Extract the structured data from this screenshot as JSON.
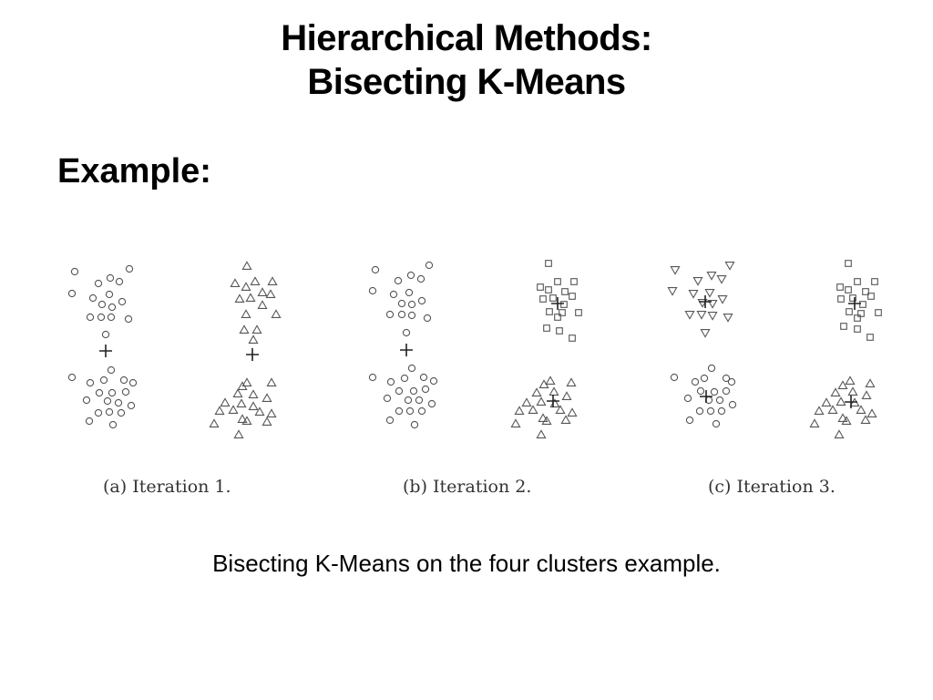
{
  "slide": {
    "title_line1": "Hierarchical Methods:",
    "title_line2": "Bisecting K-Means",
    "example_label": "Example:",
    "figure_caption": "Bisecting K-Means on the four clusters example."
  },
  "figure": {
    "ink_color": "#555555",
    "panels": [
      {
        "label": "(a) Iteration 1.",
        "groups": [
          {
            "marker": "circle",
            "points": [
              [
                82,
                298
              ],
              [
                142,
                295
              ],
              [
                121,
                305
              ],
              [
                131,
                309
              ],
              [
                108,
                311
              ],
              [
                79,
                322
              ],
              [
                102,
                327
              ],
              [
                120,
                323
              ],
              [
                134,
                331
              ],
              [
                112,
                334
              ],
              [
                123,
                337
              ],
              [
                99,
                348
              ],
              [
                111,
                348
              ],
              [
                122,
                348
              ],
              [
                141,
                350
              ],
              [
                116,
                367
              ],
              [
                122,
                406
              ],
              [
                79,
                414
              ],
              [
                114,
                417
              ],
              [
                136,
                417
              ],
              [
                99,
                420
              ],
              [
                146,
                420
              ],
              [
                109,
                431
              ],
              [
                123,
                431
              ],
              [
                138,
                430
              ],
              [
                95,
                439
              ],
              [
                118,
                440
              ],
              [
                130,
                442
              ],
              [
                144,
                445
              ],
              [
                120,
                452
              ],
              [
                108,
                453
              ],
              [
                133,
                453
              ],
              [
                98,
                462
              ],
              [
                124,
                466
              ]
            ]
          },
          {
            "marker": "triangle-up",
            "points": [
              [
                271,
                292
              ],
              [
                258,
                311
              ],
              [
                280,
                309
              ],
              [
                299,
                309
              ],
              [
                270,
                315
              ],
              [
                288,
                321
              ],
              [
                263,
                328
              ],
              [
                275,
                327
              ],
              [
                297,
                323
              ],
              [
                288,
                335
              ],
              [
                270,
                345
              ],
              [
                303,
                345
              ],
              [
                268,
                362
              ],
              [
                282,
                362
              ],
              [
                278,
                373
              ],
              [
                271,
                420
              ],
              [
                298,
                420
              ],
              [
                266,
                424
              ],
              [
                261,
                432
              ],
              [
                278,
                433
              ],
              [
                293,
                437
              ],
              [
                247,
                442
              ],
              [
                265,
                443
              ],
              [
                278,
                446
              ],
              [
                241,
                451
              ],
              [
                256,
                450
              ],
              [
                285,
                452
              ],
              [
                266,
                460
              ],
              [
                298,
                454
              ],
              [
                235,
                465
              ],
              [
                293,
                463
              ],
              [
                271,
                462
              ],
              [
                262,
                477
              ]
            ]
          }
        ],
        "centroids": [
          [
            116,
            385
          ],
          [
            277,
            389
          ]
        ]
      },
      {
        "label": "(b) Iteration 2.",
        "groups": [
          {
            "marker": "circle",
            "points": [
              [
                412,
                296
              ],
              [
                471,
                291
              ],
              [
                451,
                302
              ],
              [
                462,
                306
              ],
              [
                437,
                308
              ],
              [
                409,
                319
              ],
              [
                432,
                323
              ],
              [
                449,
                321
              ],
              [
                463,
                330
              ],
              [
                441,
                333
              ],
              [
                452,
                334
              ],
              [
                428,
                345
              ],
              [
                441,
                345
              ],
              [
                452,
                346
              ],
              [
                469,
                349
              ],
              [
                446,
                365
              ],
              [
                452,
                404
              ],
              [
                409,
                414
              ],
              [
                444,
                415
              ],
              [
                465,
                414
              ],
              [
                429,
                419
              ],
              [
                476,
                418
              ],
              [
                438,
                429
              ],
              [
                454,
                429
              ],
              [
                467,
                427
              ],
              [
                425,
                437
              ],
              [
                448,
                439
              ],
              [
                460,
                439
              ],
              [
                474,
                443
              ],
              [
                450,
                451
              ],
              [
                438,
                451
              ],
              [
                463,
                451
              ],
              [
                428,
                461
              ],
              [
                455,
                466
              ]
            ]
          },
          {
            "marker": "square",
            "points": [
              [
                602,
                289
              ],
              [
                593,
                315
              ],
              [
                612,
                309
              ],
              [
                630,
                309
              ],
              [
                602,
                318
              ],
              [
                620,
                320
              ],
              [
                596,
                328
              ],
              [
                607,
                327
              ],
              [
                628,
                325
              ],
              [
                619,
                334
              ],
              [
                603,
                342
              ],
              [
                617,
                343
              ],
              [
                635,
                343
              ],
              [
                612,
                348
              ],
              [
                600,
                360
              ],
              [
                614,
                363
              ],
              [
                628,
                371
              ]
            ]
          },
          {
            "marker": "triangle-up",
            "points": [
              [
                604,
                418
              ],
              [
                627,
                420
              ],
              [
                597,
                422
              ],
              [
                589,
                431
              ],
              [
                608,
                430
              ],
              [
                622,
                435
              ],
              [
                578,
                442
              ],
              [
                594,
                441
              ],
              [
                609,
                443
              ],
              [
                570,
                451
              ],
              [
                585,
                450
              ],
              [
                615,
                450
              ],
              [
                596,
                459
              ],
              [
                628,
                453
              ],
              [
                566,
                465
              ],
              [
                621,
                461
              ],
              [
                600,
                462
              ],
              [
                594,
                477
              ]
            ]
          }
        ],
        "centroids": [
          [
            446,
            384
          ],
          [
            612,
            333
          ],
          [
            607,
            440
          ]
        ]
      },
      {
        "label": "(c) Iteration 3.",
        "groups": [
          {
            "marker": "triangle-down",
            "points": [
              [
                741,
                296
              ],
              [
                801,
                291
              ],
              [
                781,
                302
              ],
              [
                792,
                306
              ],
              [
                766,
                308
              ],
              [
                738,
                319
              ],
              [
                761,
                322
              ],
              [
                779,
                321
              ],
              [
                793,
                328
              ],
              [
                771,
                332
              ],
              [
                782,
                333
              ],
              [
                757,
                345
              ],
              [
                770,
                345
              ],
              [
                782,
                346
              ],
              [
                799,
                348
              ],
              [
                774,
                365
              ]
            ]
          },
          {
            "marker": "circle",
            "points": [
              [
                781,
                404
              ],
              [
                740,
                414
              ],
              [
                773,
                415
              ],
              [
                797,
                415
              ],
              [
                763,
                419
              ],
              [
                803,
                419
              ],
              [
                769,
                429
              ],
              [
                784,
                430
              ],
              [
                797,
                429
              ],
              [
                755,
                437
              ],
              [
                778,
                439
              ],
              [
                790,
                439
              ],
              [
                804,
                444
              ],
              [
                780,
                451
              ],
              [
                768,
                451
              ],
              [
                792,
                451
              ],
              [
                757,
                461
              ],
              [
                786,
                465
              ]
            ]
          },
          {
            "marker": "square",
            "points": [
              [
                931,
                289
              ],
              [
                922,
                315
              ],
              [
                941,
                309
              ],
              [
                960,
                309
              ],
              [
                931,
                318
              ],
              [
                950,
                320
              ],
              [
                923,
                328
              ],
              [
                936,
                327
              ],
              [
                956,
                325
              ],
              [
                947,
                334
              ],
              [
                932,
                342
              ],
              [
                945,
                344
              ],
              [
                964,
                343
              ],
              [
                941,
                349
              ],
              [
                926,
                358
              ],
              [
                941,
                361
              ],
              [
                955,
                370
              ]
            ]
          },
          {
            "marker": "triangle-up",
            "points": [
              [
                933,
                418
              ],
              [
                955,
                421
              ],
              [
                925,
                423
              ],
              [
                917,
                431
              ],
              [
                936,
                430
              ],
              [
                951,
                434
              ],
              [
                907,
                442
              ],
              [
                923,
                441
              ],
              [
                938,
                442
              ],
              [
                899,
                451
              ],
              [
                914,
                450
              ],
              [
                945,
                450
              ],
              [
                925,
                459
              ],
              [
                957,
                454
              ],
              [
                894,
                465
              ],
              [
                950,
                461
              ],
              [
                929,
                462
              ],
              [
                921,
                477
              ]
            ]
          }
        ],
        "centroids": [
          [
            774,
            331
          ],
          [
            938,
            333
          ],
          [
            775,
            435
          ],
          [
            934,
            441
          ]
        ]
      }
    ]
  }
}
